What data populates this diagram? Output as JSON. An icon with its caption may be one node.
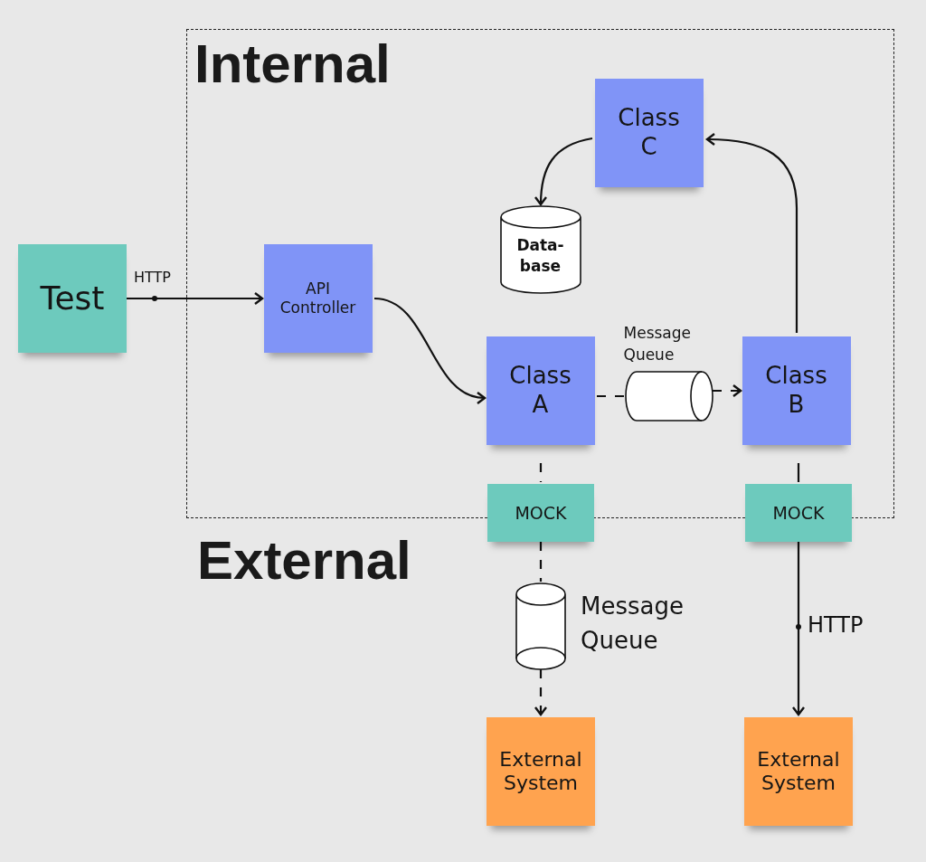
{
  "diagram": {
    "nodes": [
      {
        "text": [
          "Internal"
        ]
      },
      {
        "text": [
          "Test"
        ]
      },
      {
        "text": [
          "API Controller"
        ],
        "in": 0
      },
      {
        "text": [
          "Class C"
        ],
        "in": 0
      },
      {
        "text": [
          "Data-base"
        ],
        "in": 0
      },
      {
        "text": [
          "Class A"
        ],
        "in": 0
      },
      {
        "text": [],
        "shape": "cylinder",
        "in": 0,
        "beside": [
          "Message Queue"
        ]
      },
      {
        "text": [
          "Class B"
        ],
        "in": 0
      },
      {
        "text": [
          "MOCK"
        ]
      },
      {
        "text": [
          "MOCK"
        ]
      },
      {
        "text": [],
        "shape": "cylinder",
        "beside": [
          "Message Queue"
        ]
      },
      {
        "text": [
          "External System"
        ]
      },
      {
        "text": [
          "External System"
        ]
      }
    ],
    "edges": [
      {
        "from": 1,
        "to": 2,
        "arrow": "to",
        "label": "HTTP"
      },
      {
        "from": 2,
        "to": 5,
        "arrow": "to"
      },
      {
        "from": 5,
        "to": 6,
        "arrow": "none",
        "style": "dashed"
      },
      {
        "from": 6,
        "to": 7,
        "arrow": "to",
        "style": "dashed"
      },
      {
        "from": 7,
        "to": 3,
        "arrow": "to"
      },
      {
        "from": 3,
        "to": 4,
        "arrow": "to"
      },
      {
        "from": 5,
        "to": 8,
        "arrow": "none",
        "style": "dashed"
      },
      {
        "from": 8,
        "to": 10,
        "arrow": "none",
        "style": "dashed"
      },
      {
        "from": 10,
        "to": 11,
        "arrow": "to",
        "style": "dashed"
      },
      {
        "from": 7,
        "to": 9,
        "arrow": "none"
      },
      {
        "from": 9,
        "to": 12,
        "arrow": "to",
        "label": "HTTP"
      }
    ],
    "labels": [
      "External"
    ]
  }
}
